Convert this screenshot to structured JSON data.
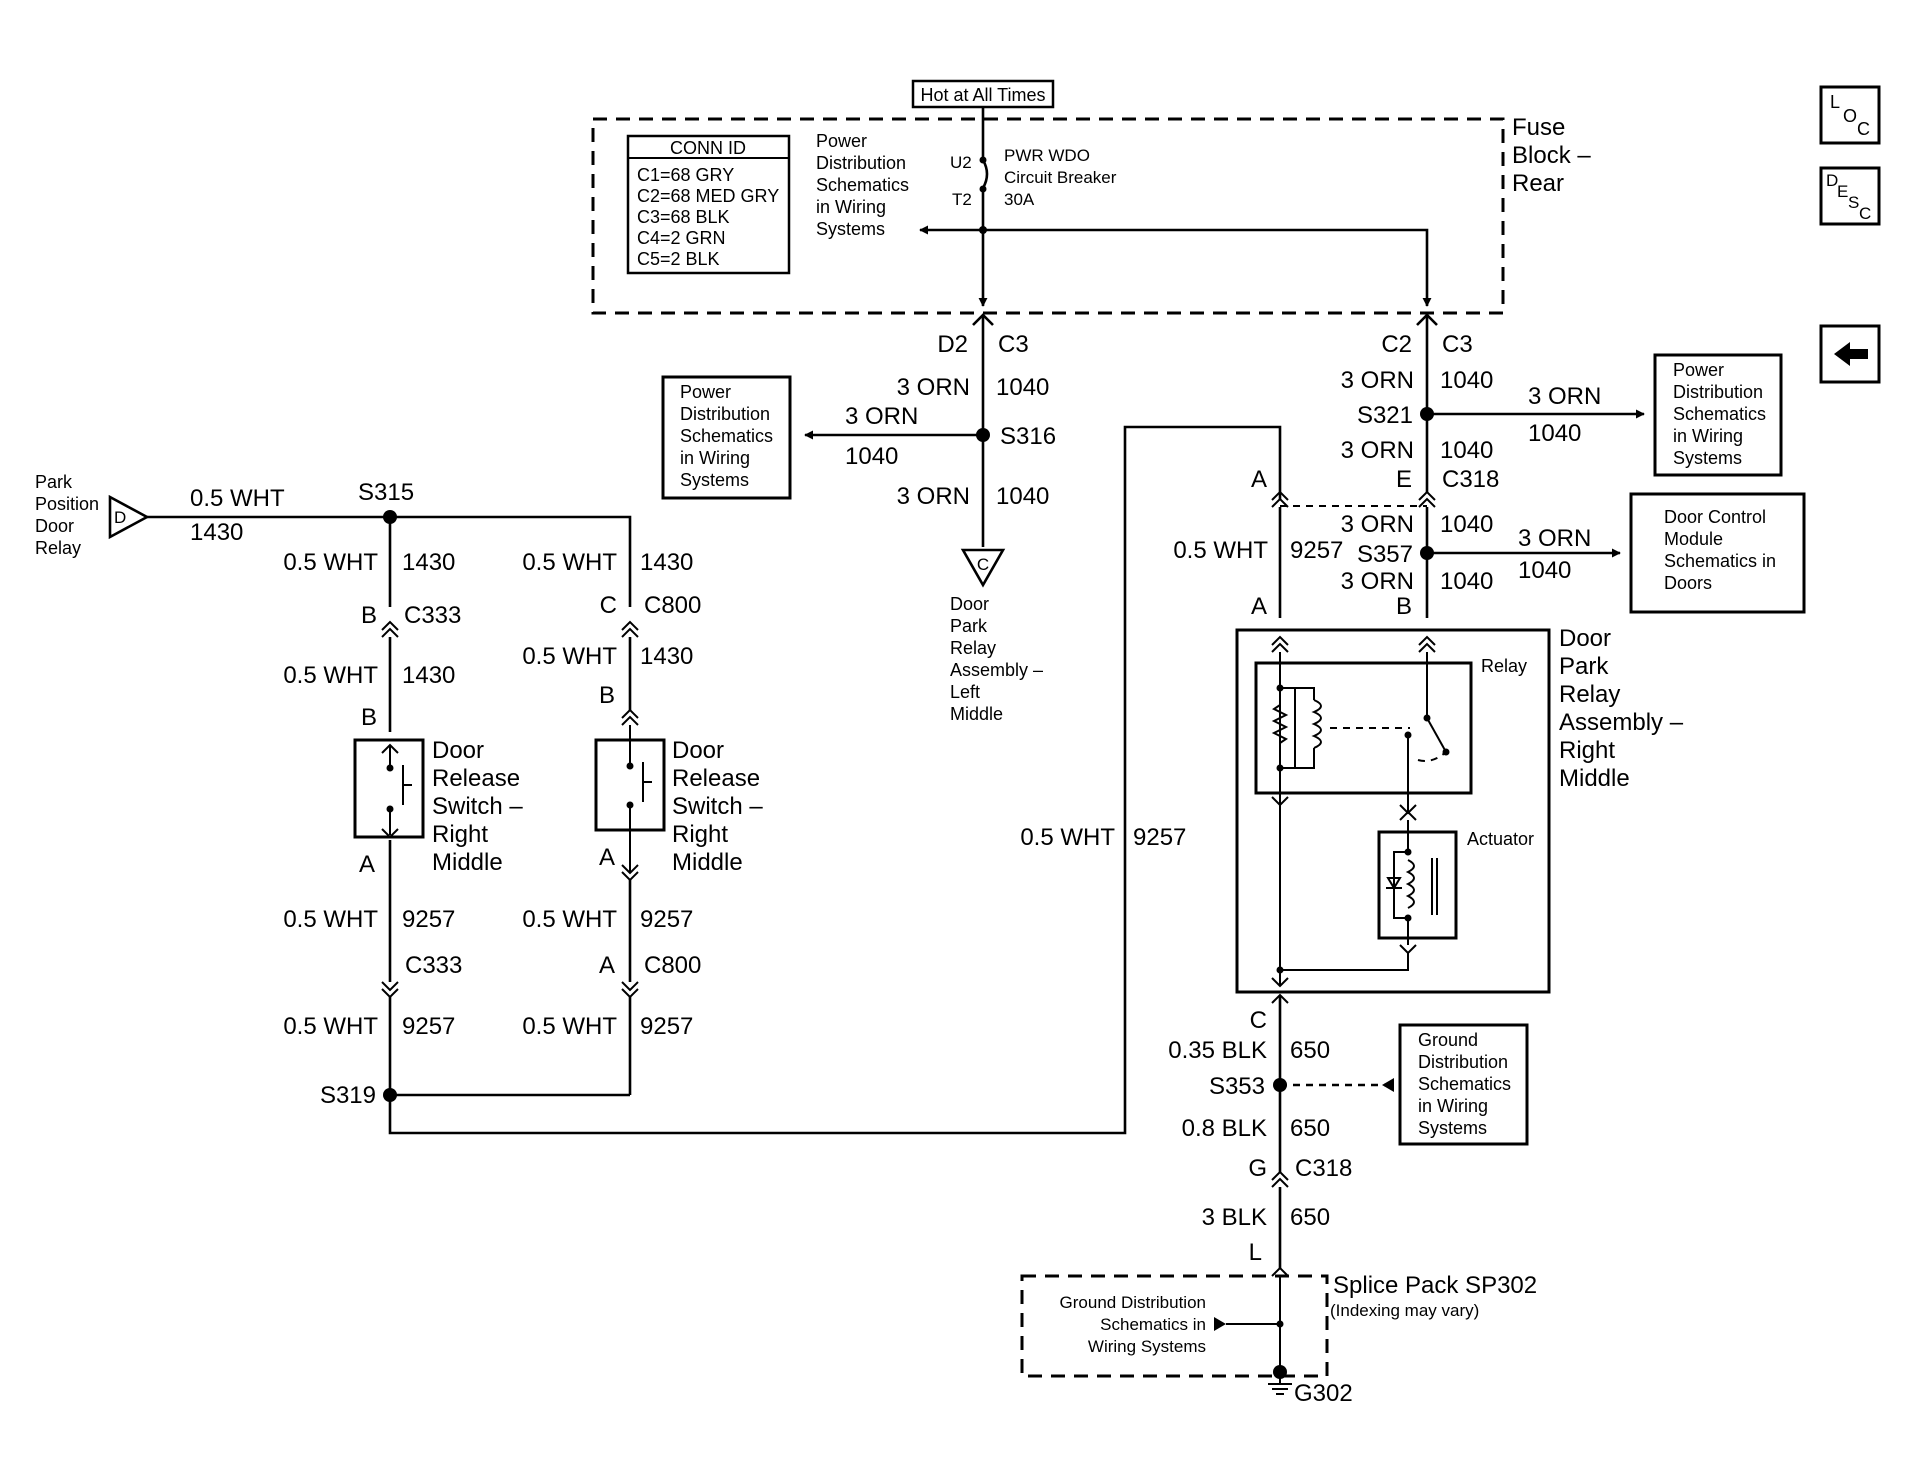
{
  "hot_label": "Hot at All Times",
  "fuse_block": {
    "lines": [
      "Fuse",
      "Block –",
      "Rear"
    ]
  },
  "conn_id": {
    "title": "CONN ID",
    "rows": [
      "C1=68 GRY",
      "C2=68 MED GRY",
      "C3=68 BLK",
      "C4=2 GRN",
      "C5=2 BLK"
    ]
  },
  "pds_ref_lines": [
    "Power",
    "Distribution",
    "Schematics",
    "in Wiring",
    "Systems"
  ],
  "breaker": {
    "u2": "U2",
    "t2": "T2",
    "lines": [
      "PWR WDO",
      "Circuit Breaker",
      "30A"
    ]
  },
  "conn_d2": "D2",
  "conn_c3": "C3",
  "conn_c2": "C2",
  "wire_3orn": "3 ORN",
  "circ_1040": "1040",
  "s316": "S316",
  "s321": "S321",
  "s357": "S357",
  "s315": "S315",
  "s319": "S319",
  "s353": "S353",
  "door_park_left": {
    "pin": "C",
    "lines": [
      "Door",
      "Park",
      "Relay",
      "Assembly –",
      "Left",
      "Middle"
    ]
  },
  "park_position": {
    "pin": "D",
    "lines": [
      "Park",
      "Position",
      "Door",
      "Relay"
    ]
  },
  "wire_05wht": "0.5 WHT",
  "circ_1430": "1430",
  "circ_9257": "9257",
  "pin_a": "A",
  "pin_b": "B",
  "pin_c": "C",
  "pin_e": "E",
  "pin_g": "G",
  "pin_l": "L",
  "c333": "C333",
  "c800": "C800",
  "c318": "C318",
  "switch_right": [
    "Door",
    "Release",
    "Switch –",
    "Right",
    "Middle"
  ],
  "door_control": [
    "Door Control",
    "Module",
    "Schematics in",
    "Doors"
  ],
  "door_park_right": [
    "Door",
    "Park",
    "Relay",
    "Assembly –",
    "Right",
    "Middle"
  ],
  "relay_label": "Relay",
  "actuator_label": "Actuator",
  "wire_035blk": "0.35 BLK",
  "wire_08blk": "0.8 BLK",
  "wire_3blk": "3 BLK",
  "circ_650": "650",
  "gds_ref_lines": [
    "Ground",
    "Distribution",
    "Schematics",
    "in Wiring",
    "Systems"
  ],
  "splice_pack": {
    "title": "Splice Pack SP302",
    "note": "(Indexing may vary)"
  },
  "gds_inline": [
    "Ground Distribution",
    "Schematics in",
    "Wiring Systems"
  ],
  "g302": "G302",
  "nav": {
    "loc": {
      "a": "L",
      "b": "O",
      "c": "C"
    },
    "desc": {
      "a": "D",
      "b": "E",
      "c": "S",
      "d": "C"
    },
    "back_icon": "left-arrow-icon"
  }
}
